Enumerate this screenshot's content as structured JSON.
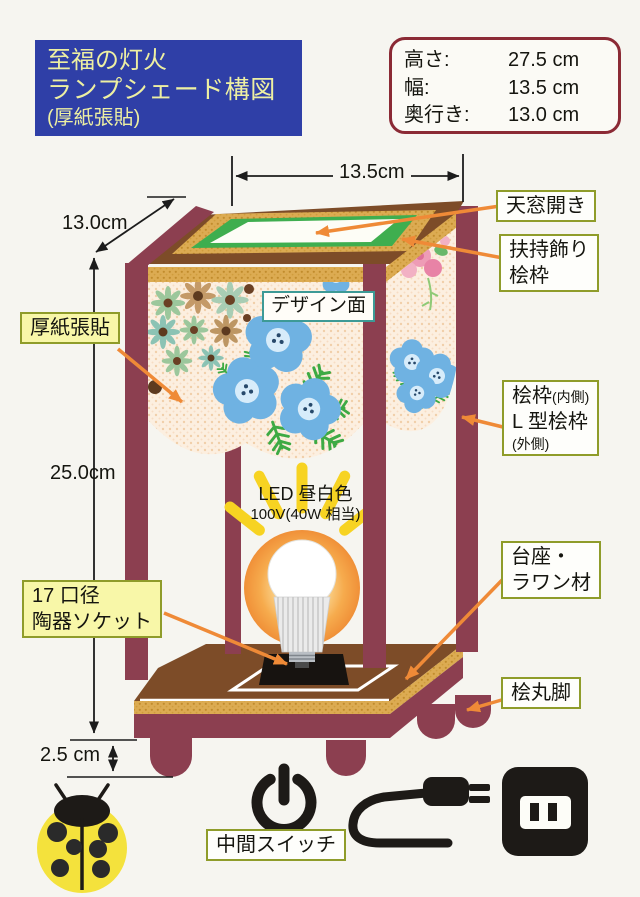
{
  "title_box": {
    "line1": "至福の灯火",
    "line2": "ランプシェード構図",
    "line3": "(厚紙張貼)",
    "bg_color": "#2f3fa7",
    "text_color": "#edefa2"
  },
  "spec_box": {
    "border_color": "#8b2a35",
    "rows": [
      {
        "label": "高さ:",
        "value": "27.5 cm"
      },
      {
        "label": "幅:",
        "value": "13.5 cm"
      },
      {
        "label": "奥行き:",
        "value": "13.0 cm"
      }
    ]
  },
  "dims": {
    "top_width": "13.5cm",
    "depth": "13.0cm",
    "side_height": "25.0cm",
    "foot_height": "2.5 cm"
  },
  "callouts": {
    "skylight": "天窓開き",
    "top_trim_line1": "扶持飾り",
    "top_trim_line2": "桧枠",
    "frame_line1": "桧枠",
    "frame_line1_small": "(内側)",
    "frame_line2": "L 型桧枠",
    "frame_line3_small": "(外側)",
    "base_line1": "台座・",
    "base_line2": "ラワン材",
    "foot": "桧丸脚",
    "cardboard": "厚紙張貼",
    "socket_line1": "17 口径",
    "socket_line2": "陶器ソケット",
    "design_face": "デザイン面",
    "switch": "中間スイッチ"
  },
  "lamp": {
    "led_line1": "LED 昼白色",
    "led_line2": "100V(40W 相当)"
  },
  "icon_names": {
    "power": "power-icon",
    "cord": "cord-plug-icon",
    "outlet": "wall-outlet-icon",
    "ladybug": "ladybug-illustration"
  },
  "colors": {
    "accent_arrow": "#ef8a37",
    "wood_brown": "#7d4c28",
    "frame_maroon": "#8c3f50",
    "trim_tan": "#dcab52",
    "skylight_green": "#3fae4f",
    "label_border_olive": "#8f9c2a",
    "label_yellow": "#f8f7a8",
    "title_blue": "#2f3fa7",
    "spec_border_red": "#8b2a35"
  }
}
